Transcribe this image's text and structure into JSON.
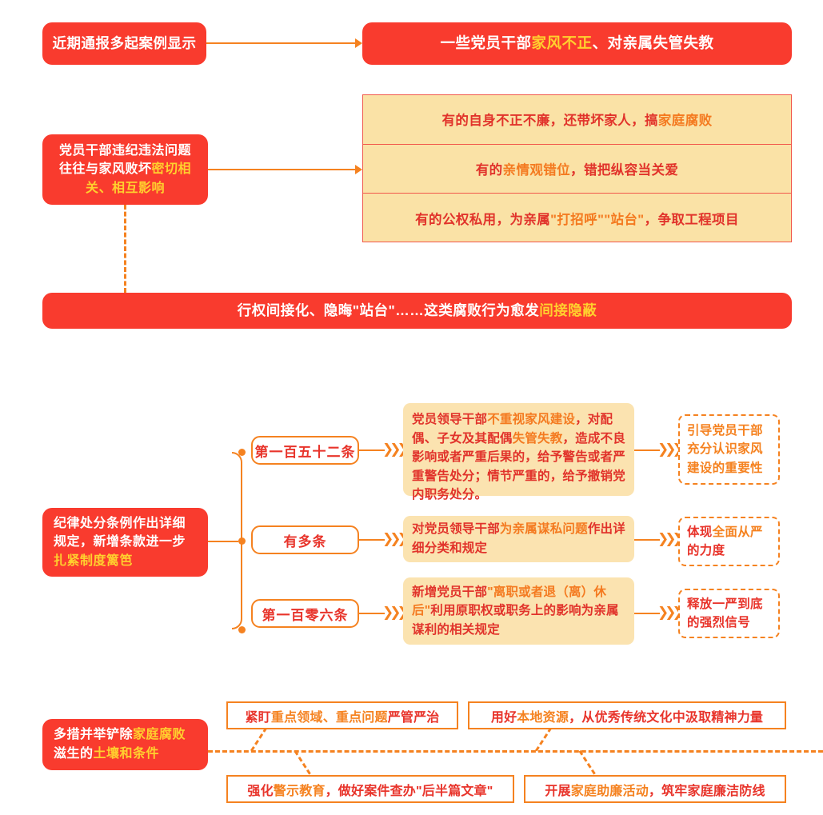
{
  "theme": {
    "red": "#F93B2E",
    "orange": "#F58220",
    "yellow_text": "#FFD02E",
    "panel_yellow": "#FAE2A6",
    "soft_yellow": "#FBE3B0",
    "dark_red_text": "#E1332B",
    "white": "#FFFFFF"
  },
  "section1": {
    "source_label": "近期通报多起案例显示",
    "banner": {
      "prefix": "一些党员干部",
      "highlight": "家风不正",
      "suffix": "、对亲属失管失教"
    }
  },
  "section2": {
    "left_box": {
      "line1": "党员干部违纪违法问题",
      "line2_prefix": "往往与家风败坏",
      "line2_highlight": "密切相",
      "line3_highlight": "关、相互影响"
    },
    "rows": [
      {
        "prefix": "有的自身不正不廉，还带坏家人，搞",
        "highlight": "家庭腐败",
        "suffix": ""
      },
      {
        "prefix": "有的",
        "highlight": "亲情观错位",
        "suffix": "，错把纵容当关爱"
      },
      {
        "prefix": "有的公权私用，为亲属",
        "highlight": "\"打招呼\"\"站台\"",
        "suffix": "，争取工程项目"
      }
    ],
    "banner": {
      "prefix": "行权间接化、隐晦\"站台\"……这类腐败行为愈发",
      "highlight": "间接隐蔽"
    }
  },
  "section3": {
    "left_box": {
      "line1": "纪律处分条例作出详细",
      "line2": "规定，新增条款进一步",
      "line3_highlight": "扎紧制度篱笆"
    },
    "branches": [
      {
        "pill": "第一百五十二条",
        "content": {
          "p1": "党员领导干部",
          "h1": "不重视家风建设",
          "p2": "，对配偶、子女及其配偶",
          "h2": "失管失教",
          "p3": "，造成不良影响或者严重后果的，给予警告或者严重警告处分；情节严重的，给予撤销党内职务处分。"
        },
        "outcome": {
          "h1": "引导党员干部",
          "p1": "",
          "h2": "充分认识家风建设的重要性",
          "text_plain": "引导党员干部充分认识家风建设的重要性"
        }
      },
      {
        "pill": "有多条",
        "content": {
          "p1": "对党员领导干部",
          "h1": "为亲属谋私问题",
          "p2": "作出详细分类和规定",
          "h2": "",
          "p3": ""
        },
        "outcome": {
          "h1": "",
          "p1": "体现",
          "h2": "全面从严",
          "text_plain": "体现全面从严的力度",
          "p2": "的力度"
        }
      },
      {
        "pill": "第一百零六条",
        "content": {
          "p1": "新增党员干部",
          "h1": "\"离职或者退（离）休后\"",
          "p2": "利用原职权或职务上的影响为亲属谋利的相关规定",
          "h2": "",
          "p3": ""
        },
        "outcome": {
          "h1": "",
          "p1": "释放一严到底的强烈信号",
          "h2": "",
          "text_plain": "释放一严到底的强烈信号"
        }
      }
    ]
  },
  "section4": {
    "left_box": {
      "line1_prefix": "多措并举铲除",
      "line1_highlight": "家庭腐败",
      "line2_prefix": "滋生的",
      "line2_highlight": "土壤和条件"
    },
    "measures": [
      {
        "prefix": "紧盯",
        "highlight": "重点领域、重点问题",
        "suffix": "严管严治"
      },
      {
        "prefix": "用好",
        "highlight": "本地资源",
        "suffix": "，从优秀传统文化中汲取精神力量"
      },
      {
        "prefix": "强化",
        "highlight": "警示教育",
        "suffix": "，做好案件查办\"后半篇文章\""
      },
      {
        "prefix": "开展",
        "highlight": "家庭助廉活动",
        "suffix": "，筑牢家庭廉洁防线"
      }
    ]
  }
}
